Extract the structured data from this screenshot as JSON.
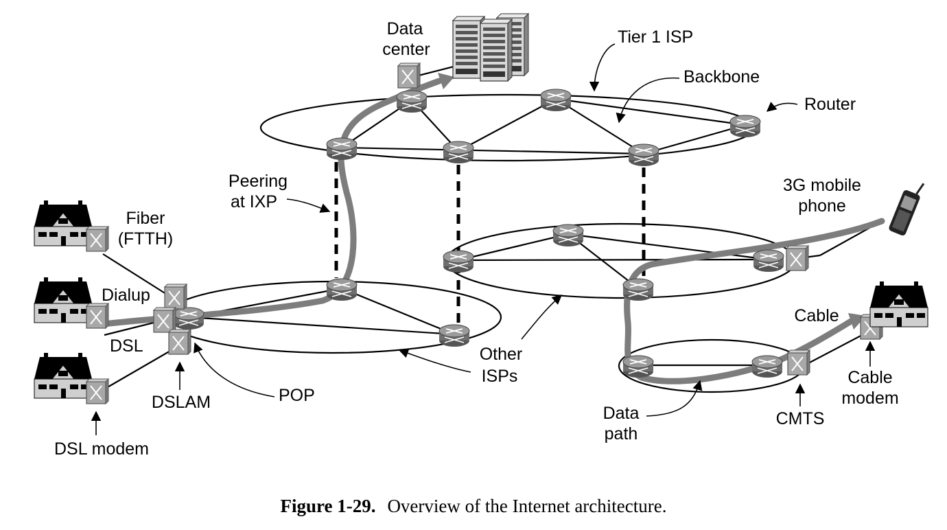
{
  "labels": {
    "data_center": [
      "Data",
      "center"
    ],
    "tier1_isp": "Tier 1 ISP",
    "backbone": "Backbone",
    "router": "Router",
    "peering": [
      "Peering",
      "at IXP"
    ],
    "mobile": [
      "3G mobile",
      "phone"
    ],
    "fiber": [
      "Fiber",
      "(FTTH)"
    ],
    "dialup": "Dialup",
    "dsl": "DSL",
    "dslam": "DSLAM",
    "pop": "POP",
    "dsl_modem": "DSL modem",
    "other_isps": [
      "Other",
      "ISPs"
    ],
    "cable": "Cable",
    "cable_modem": [
      "Cable",
      "modem"
    ],
    "cmts": "CMTS",
    "data_path": [
      "Data",
      "path"
    ]
  },
  "caption": {
    "number": "Figure 1-29.",
    "text": "Overview of the Internet architecture."
  },
  "colors": {
    "router_fill": "#6e6e6e",
    "router_top": "#9a9a9a",
    "data_path": "#7d7d7d",
    "switch_fill": "#a8a8a8",
    "house_roof": "#000000",
    "house_wall": "#cfcfcf"
  }
}
